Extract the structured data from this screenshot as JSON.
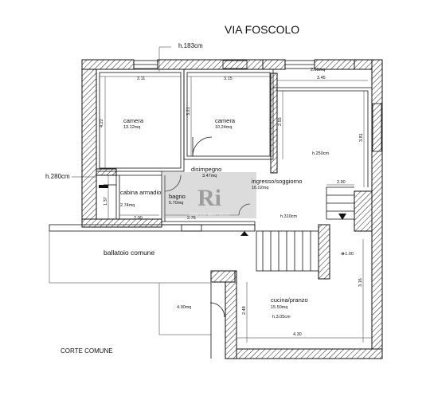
{
  "title": "VIA FOSCOLO",
  "heights": {
    "top": "h.183cm",
    "left": "h.280cm",
    "living": "h.250cm",
    "living_low": "h.310cm",
    "kitchen": "h.3.05cm",
    "level": "+1.00"
  },
  "rooms": {
    "camera1": {
      "name": "camera",
      "area": "13.12mq"
    },
    "camera2": {
      "name": "camera",
      "area": "10.24mq"
    },
    "disimpegno": {
      "name": "disimpegno",
      "area": "3.47mq"
    },
    "ingresso": {
      "name": "ingresso/soggiorno",
      "area": "16.02mq"
    },
    "cabina": {
      "name": "cabina armadio",
      "area": "2.74mq"
    },
    "bagno": {
      "name": "bagno",
      "area": "5.70mq"
    },
    "cucina": {
      "name": "cucina/pranzo",
      "area": "15.50mq"
    },
    "loggia_area": "4.90mq"
  },
  "labels": {
    "ballatoio": "ballatoio comune",
    "corte": "CORTE COMUNE",
    "small_area": "2.98mq"
  },
  "dimensions": {
    "d311": "3.11",
    "d315": "3.15",
    "d345": "3.45",
    "d422": "4.22",
    "d321": "3.21",
    "d255": "2.55",
    "d381": "3.81",
    "d290": "2.90",
    "d137": "1.37",
    "d200": "2.00",
    "d276": "2.76",
    "d316": "3.16",
    "d248": "2.48",
    "d430": "4.30"
  },
  "watermark": "IMMOBILIARE RIZZI"
}
